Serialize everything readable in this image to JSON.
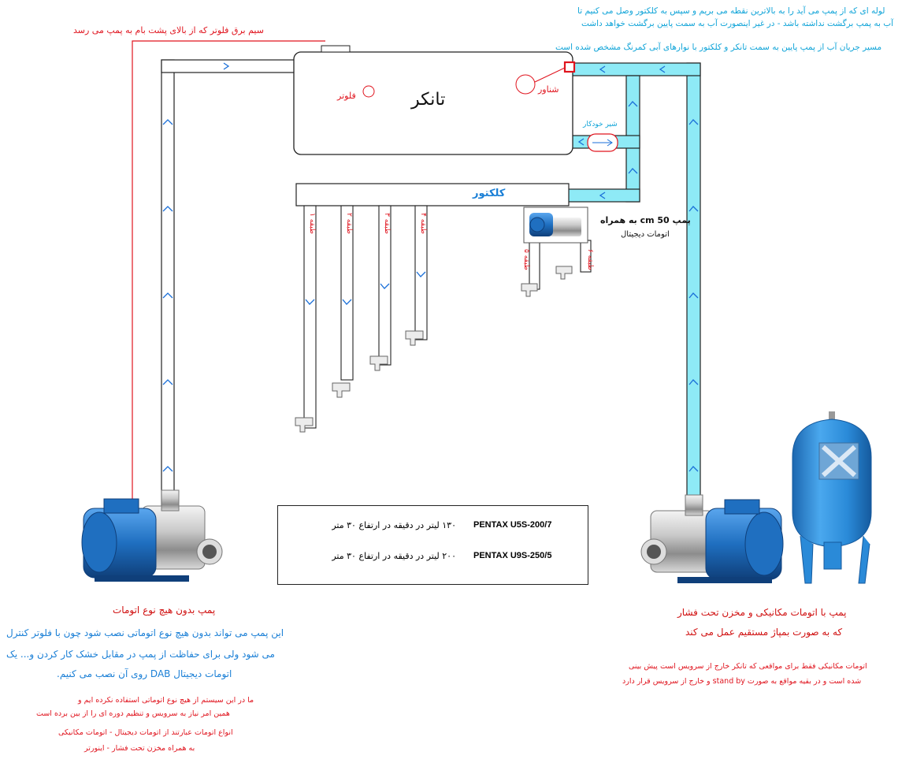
{
  "annotations": {
    "top_right_line1": "لوله ای که از پمپ می آید را به بالاترین نقطه می بریم و سپس به کلکتور وصل می کنیم تا",
    "top_right_line2": "آب به پمپ برگشت نداشته باشد - در غیر اینصورت آب به سمت پایین برگشت خواهد داشت",
    "flow_path_note": "مسیر جریان آب از پمپ پایین به سمت تانکر و کلکتور با نوارهای آبی کمرنگ مشخص شده است",
    "float_wire": "سیم برق فلوتر که از بالای پشت بام به پمپ می رسد"
  },
  "tank": {
    "label": "تانکر",
    "float_label": "فلوتر",
    "shenavar_label": "شناور",
    "check_valve_label": "شیر خودکار"
  },
  "collector": {
    "label": "کلکتور"
  },
  "taps": [
    {
      "label": "طبقه ۱"
    },
    {
      "label": "طبقه ۲"
    },
    {
      "label": "طبقه ۳"
    },
    {
      "label": "طبقه ۴"
    },
    {
      "label": "طبقه ۵"
    },
    {
      "label": "طبقه ۶"
    }
  ],
  "small_pump": {
    "line1": "پمپ 50 cm به همراه",
    "line2": "اتومات دیجیتال"
  },
  "legend": {
    "rows": [
      {
        "model": "PENTAX U5S-200/7",
        "spec": "۱۳۰ لیتر در دقیقه در ارتفاع ۳۰ متر"
      },
      {
        "model": "PENTAX U9S-250/5",
        "spec": "۲۰۰ لیتر در دقیقه در ارتفاع ۳۰ متر"
      }
    ]
  },
  "left_pump": {
    "title": "پمپ بدون هیچ نوع اتومات",
    "desc_line1": "این پمپ می تواند بدون هیچ نوع اتوماتی نصب شود چون با فلوتر کنترل",
    "desc_line2": "می شود ولی برای حفاظت از پمپ در مقابل خشک کار کردن و... یک",
    "desc_line3": "اتومات دیجیتال DAB روی آن نصب می کنیم.",
    "note_line1": "ما در این سیستم از هیچ نوع اتوماتی استفاده نکرده ایم و",
    "note_line2": "همین امر نیاز به سرویس و تنظیم دوره ای را از بین برده است",
    "note_line3": "انواع اتومات عبارتند از اتومات دیجیتال - اتومات مکانیکی",
    "note_line4": "به همراه مخزن تحت فشار - اینورتر"
  },
  "right_pump": {
    "title_line1": "پمپ با اتومات مکانیکی و مخزن تحت فشار",
    "title_line2": "که به صورت بمپاژ مستقیم عمل می کند",
    "note_line1": "اتومات مکانیکی فقط برای مواقعی که تانکر خارج از سرویس است پیش بینی",
    "note_line2": "شده است و در بقیه مواقع به صورت stand by و خارج از سرویس قرار دارد"
  },
  "colors": {
    "pipe_stroke": "#222222",
    "flow_fill": "#8eeaf6",
    "arrow": "#1a6fd8",
    "red_wire": "#e0141e",
    "pump_blue": "#1f6fc0",
    "vessel_blue": "#2a8ad8"
  }
}
